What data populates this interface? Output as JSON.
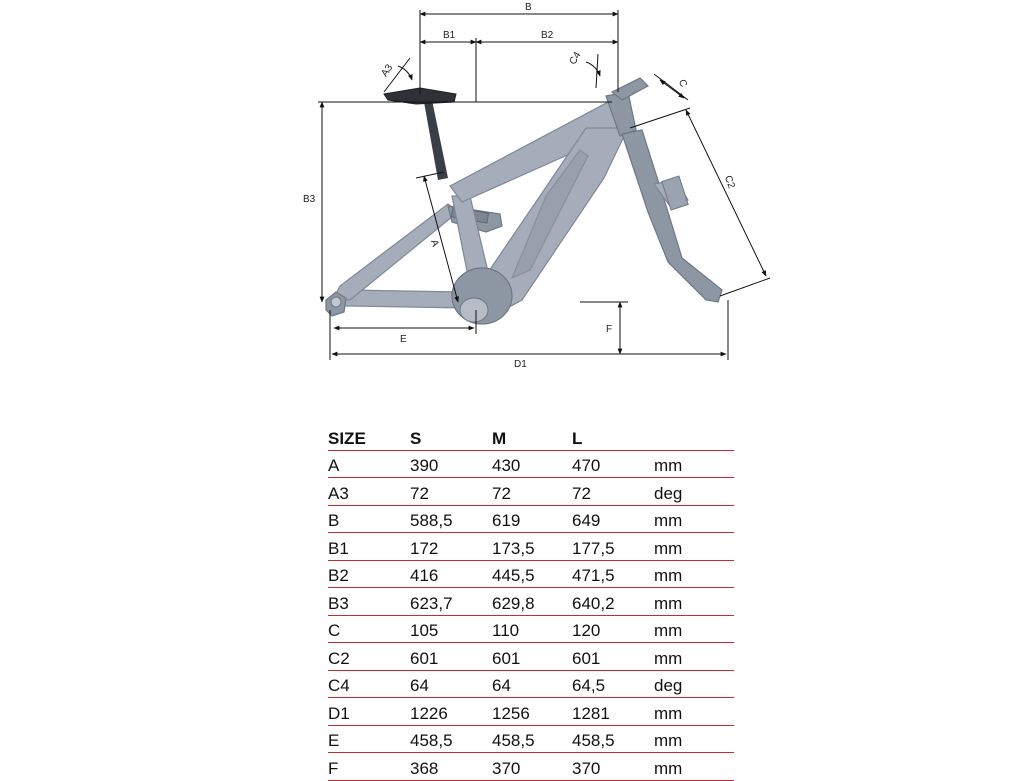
{
  "diagram": {
    "labels": {
      "A": "A",
      "A3": "A3",
      "B": "B",
      "B1": "B1",
      "B2": "B2",
      "B3": "B3",
      "C": "C",
      "C2": "C2",
      "C4": "C4",
      "D1": "D1",
      "E": "E",
      "F": "F"
    }
  },
  "table": {
    "headers": [
      "SIZE",
      "S",
      "M",
      "L",
      ""
    ],
    "rows": [
      [
        "A",
        "390",
        "430",
        "470",
        "mm"
      ],
      [
        "A3",
        "72",
        "72",
        "72",
        "deg"
      ],
      [
        "B",
        "588,5",
        "619",
        "649",
        "mm"
      ],
      [
        "B1",
        "172",
        "173,5",
        "177,5",
        "mm"
      ],
      [
        "B2",
        "416",
        "445,5",
        "471,5",
        "mm"
      ],
      [
        "B3",
        "623,7",
        "629,8",
        "640,2",
        "mm"
      ],
      [
        "C",
        "105",
        "110",
        "120",
        "mm"
      ],
      [
        "C2",
        "601",
        "601",
        "601",
        "mm"
      ],
      [
        "C4",
        "64",
        "64",
        "64,5",
        "deg"
      ],
      [
        "D1",
        "1226",
        "1256",
        "1281",
        "mm"
      ],
      [
        "E",
        "458,5",
        "458,5",
        "458,5",
        "mm"
      ],
      [
        "F",
        "368",
        "370",
        "370",
        "mm"
      ]
    ]
  },
  "colors": {
    "row_rule": "#c72a34",
    "frame": "#a4adb9"
  }
}
